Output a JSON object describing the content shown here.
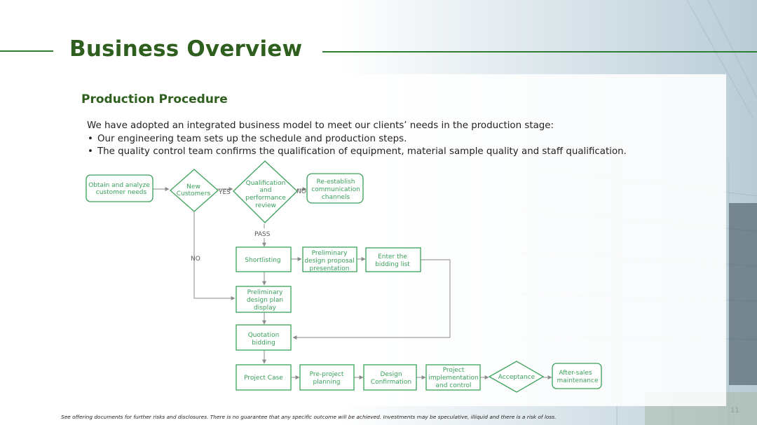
{
  "header": {
    "title": "Business Overview"
  },
  "section": {
    "subtitle": "Production Procedure",
    "intro": "We have adopted an integrated business model to meet our clients’ needs in the production stage:",
    "bullets": [
      "Our engineering team sets up the schedule and production steps.",
      "The quality control team confirms the qualification of equipment, material sample quality and staff qualification."
    ]
  },
  "flow": {
    "nodes": {
      "obtain": [
        "Obtain and analyze",
        "customer needs"
      ],
      "new_customers": [
        "New",
        "Customers"
      ],
      "qualification": [
        "Qualification",
        "and",
        "performance",
        "review"
      ],
      "reestablish": [
        "Re-establish",
        "communication",
        "channels"
      ],
      "shortlisting": [
        "Shortlisting"
      ],
      "preliminary_proposal": [
        "Preliminary",
        "design proposal",
        "presentation"
      ],
      "bidding_list": [
        "Enter the",
        "bidding list"
      ],
      "plan_display": [
        "Preliminary",
        "design plan",
        "display"
      ],
      "quotation": [
        "Quotation",
        "bidding"
      ],
      "project_case": [
        "Project Case"
      ],
      "pre_project": [
        "Pre-project",
        "planning"
      ],
      "design_confirmation": [
        "Design",
        "Confirmation"
      ],
      "implementation": [
        "Project",
        "implementation",
        "and control"
      ],
      "acceptance": [
        "Acceptance"
      ],
      "after_sales": [
        "After-sales",
        "maintenance"
      ]
    },
    "labels": {
      "yes": "YES",
      "no_right": "NO",
      "pass": "PASS",
      "no_left": "NO"
    }
  },
  "footer": {
    "disclaimer": "See offering documents for further risks and disclosures. There is no guarantee that any specific outcome will be achieved. Investments may be speculative, illiquid and there is a risk of loss.",
    "page_number": "11"
  },
  "colors": {
    "brand_green": "#2f5f1e",
    "flow_green": "#3aa15a",
    "arrow_gray": "#8a8a8a"
  }
}
